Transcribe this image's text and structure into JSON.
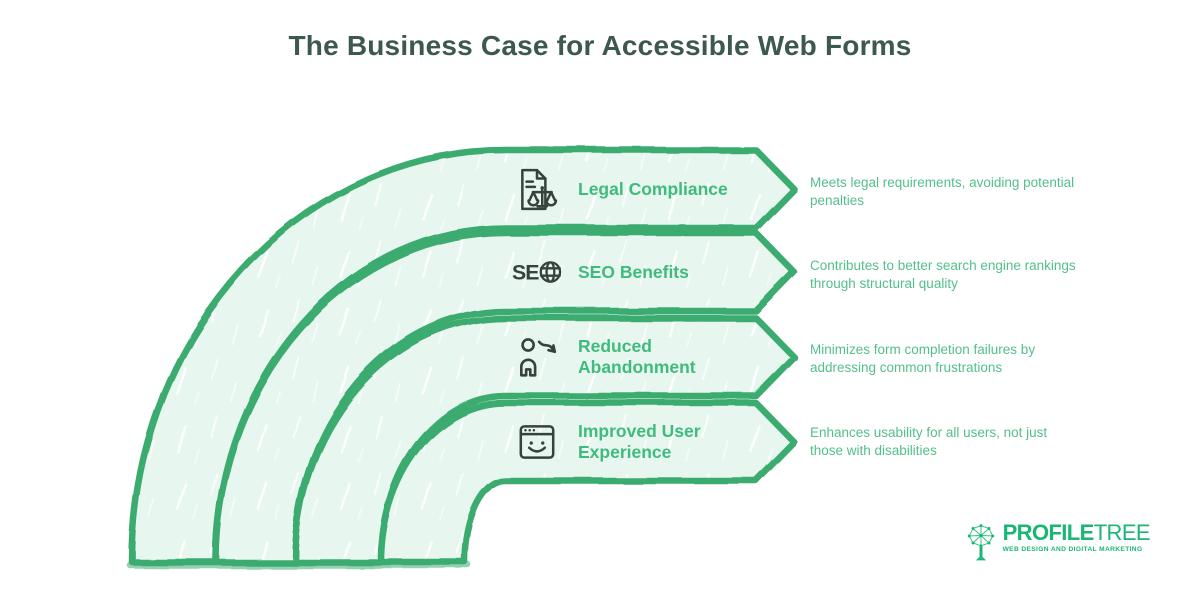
{
  "title": "The Business Case for Accessible Web Forms",
  "rows": [
    {
      "label": "Legal Compliance",
      "description": "Meets legal requirements, avoiding potential penalties",
      "icon": "document-scales-icon"
    },
    {
      "label": "SEO Benefits",
      "description": "Contributes to better search engine rankings through structural quality",
      "icon": "seo-globe-icon"
    },
    {
      "label": "Reduced Abandonment",
      "description": "Minimizes form completion failures by addressing common frustrations",
      "icon": "person-decline-icon"
    },
    {
      "label": "Improved User Experience",
      "description": "Enhances usability for all users, not just those with disabilities",
      "icon": "browser-smile-icon"
    }
  ],
  "seo_icon_text": "SE",
  "logo": {
    "brand_bold": "PROFILE",
    "brand_light": "TREE",
    "tagline": "WEB DESIGN AND DIGITAL MARKETING"
  },
  "colors": {
    "band_fill": "#e7f6ee",
    "band_stroke": "#3aab6f",
    "label_green": "#3fbb7d",
    "description_green": "#53bf8a",
    "title_color": "#3d594d",
    "icon_color": "#37423c",
    "logo_green": "#19b674"
  }
}
